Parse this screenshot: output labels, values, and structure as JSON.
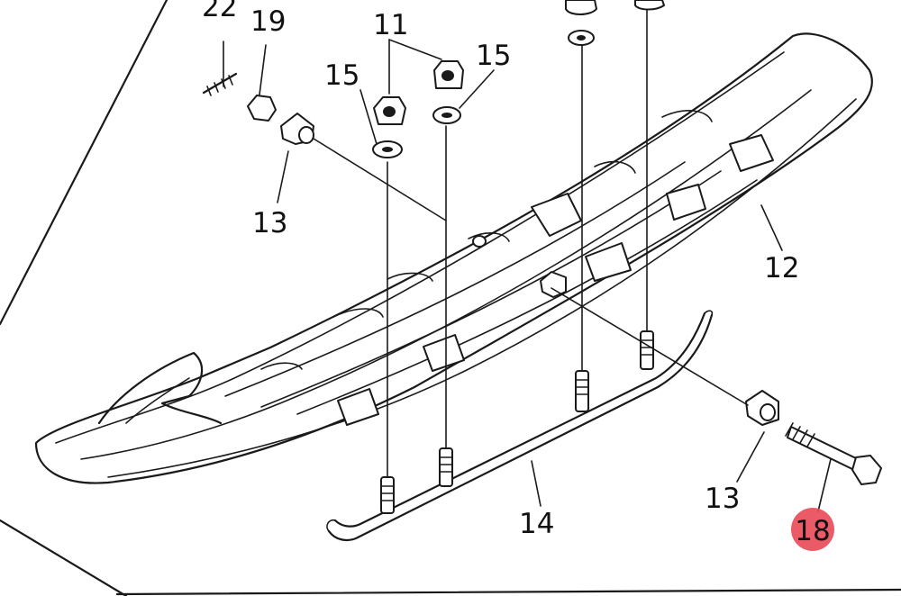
{
  "diagram": {
    "labels": {
      "p22": "22",
      "p19": "19",
      "p11": "11",
      "p15a": "15",
      "p15b": "15",
      "p13a": "13",
      "p12": "12",
      "p14": "14",
      "p13b": "13",
      "p18": "18"
    },
    "highlight_color": "#e84c5a"
  }
}
